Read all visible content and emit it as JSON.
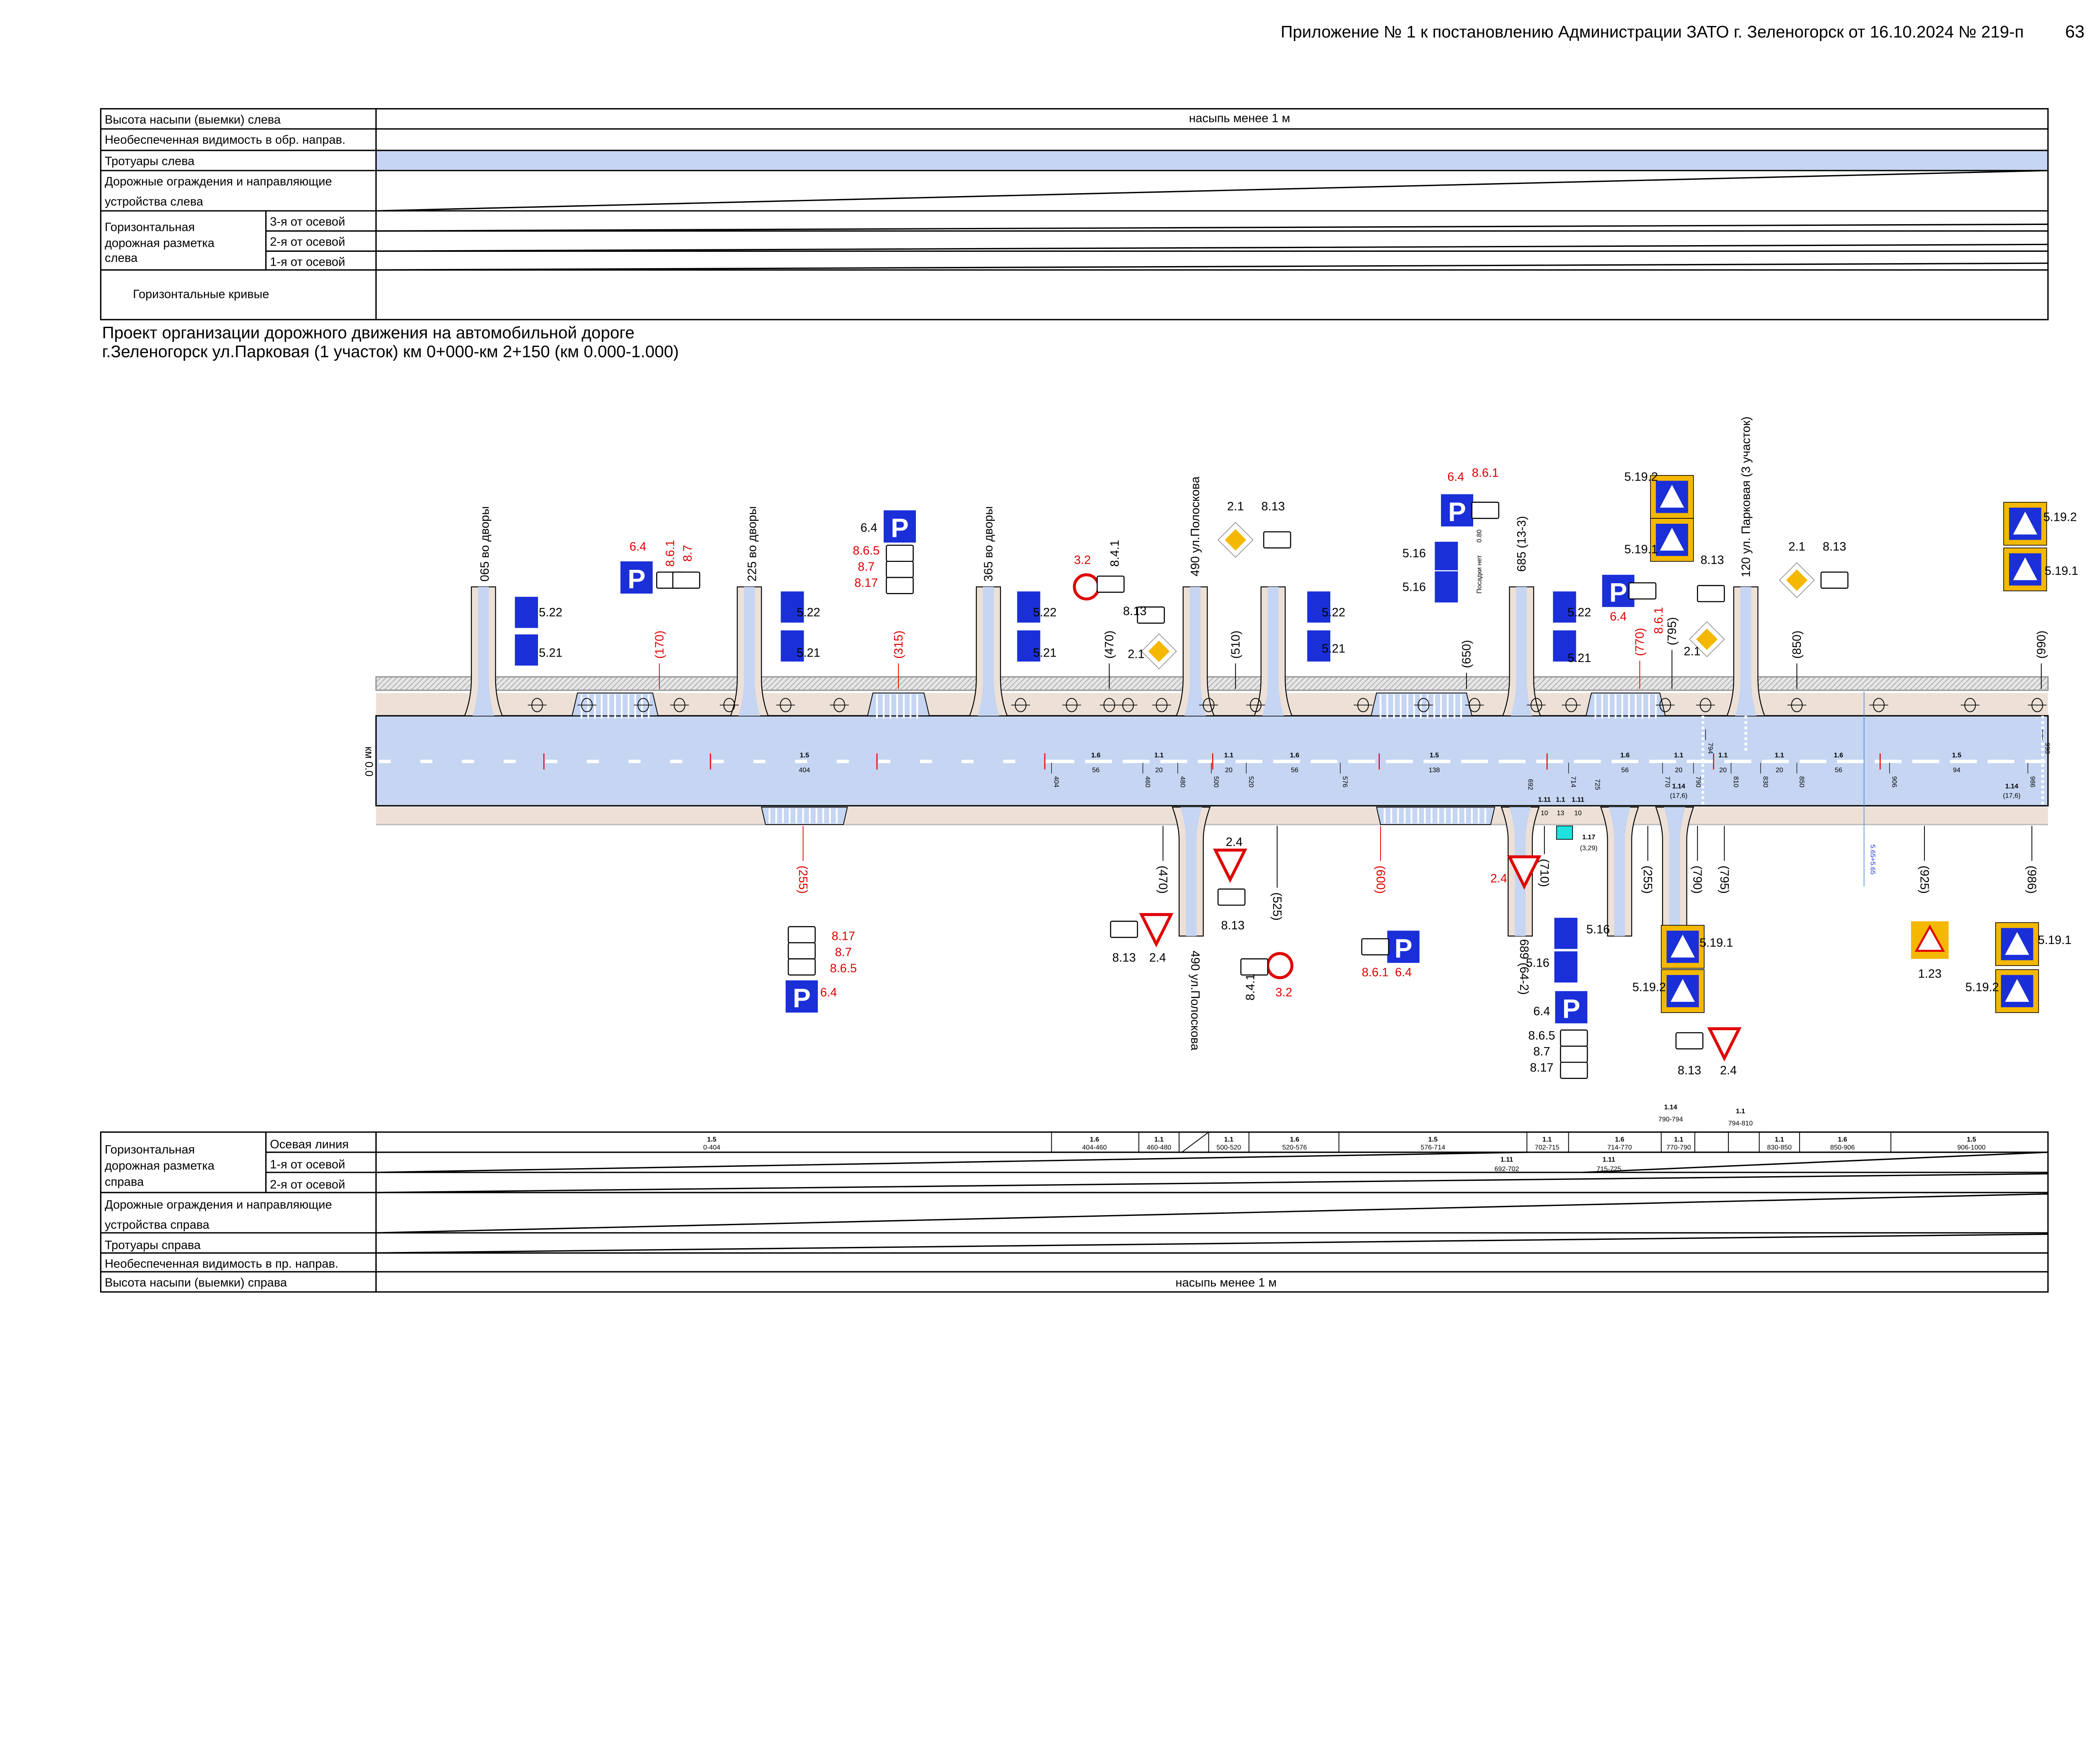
{
  "header": {
    "text": "Приложение № 1 к постановлению Администрации ЗАТО г. Зеленогорск от 16.10.2024 № 219-п",
    "page": "63"
  },
  "top_table": {
    "rows": [
      "Высота насыпи (выемки) слева",
      "Необеспеченная видимость в обр. направ.",
      "Тротуары слева",
      "Дорожные ограждения и направляющие",
      "устройства слева",
      "Горизонтальные кривые"
    ],
    "marking_label": [
      "Горизонтальная",
      "дорожная разметка",
      "слева"
    ],
    "marking_sub": [
      "3-я от осевой",
      "2-я от осевой",
      "1-я от осевой"
    ],
    "embankment_value": "насыпь менее 1 м"
  },
  "title": [
    "Проект организации дорожного движения на автомобильной дороге",
    "г.Зеленогорск  ул.Парковая (1 участок) км 0+000-км 2+150 (км 0.000-1.000)"
  ],
  "road": {
    "km_label": "км 0.0",
    "marking_segments": [
      {
        "code": "1.5",
        "len": "404"
      },
      {
        "code": "1.6",
        "len": "56"
      },
      {
        "code": "1.1",
        "len": "20"
      },
      {
        "code": "1.1",
        "len": "20"
      },
      {
        "code": "1.6",
        "len": "56"
      },
      {
        "code": "1.5",
        "len": "138"
      },
      {
        "code": "1.6",
        "len": "56"
      },
      {
        "code": "1.1",
        "len": "20"
      },
      {
        "code": "1.1",
        "len": "20"
      },
      {
        "code": "1.1",
        "len": "20"
      },
      {
        "code": "1.6",
        "len": "56"
      },
      {
        "code": "1.5",
        "len": "94"
      }
    ],
    "stations": [
      "404",
      "460",
      "480",
      "500",
      "520",
      "576",
      "714",
      "770",
      "790",
      "794",
      "810",
      "830",
      "850",
      "906",
      "986",
      "990"
    ],
    "side_roads_top": [
      "065 во дворы",
      "225 во дворы",
      "365 во дворы",
      "490 ул.Полоскова",
      "685 (13-3)",
      "120 ул. Парковая (3 участок)"
    ],
    "side_roads_bottom": [
      "490 ул.Полоскова",
      "689 (64-2)"
    ],
    "offsets_top": [
      "(170)",
      "(315)",
      "(470)",
      "(510)",
      "(650)",
      "(770)",
      "(795)",
      "(850)",
      "(990)"
    ],
    "offsets_bottom": [
      "(255)",
      "(470)",
      "(525)",
      "(600)",
      "(710)",
      "(255)",
      "(790)",
      "(795)",
      "(925)",
      "(986)"
    ],
    "bus_stop_marking": {
      "codes": [
        "1.11",
        "1.1",
        "1.11"
      ],
      "lengths": [
        "10",
        "13",
        "10"
      ],
      "start": "692",
      "end": "725"
    },
    "marking_114": [
      {
        "code": "1.14",
        "len": "(17,6)"
      },
      {
        "code": "1.14",
        "len": "(17,6)"
      }
    ],
    "marking_117": {
      "code": "1.17",
      "len": "(3,29)"
    },
    "visibility_note": "5.65+5.65",
    "signs": [
      "5.22",
      "5.21",
      "6.4",
      "8.6.1",
      "8.7",
      "5.22",
      "5.21",
      "6.4",
      "8.6.5",
      "8.7",
      "8.17",
      "5.22",
      "5.21",
      "3.2",
      "8.4.1",
      "8.13",
      "2.1",
      "2.1",
      "8.13",
      "5.22",
      "5.21",
      "5.16",
      "5.16",
      "6.4",
      "8.6.1",
      "5.22",
      "5.21",
      "6.4",
      "8.6.1",
      "5.19.2",
      "5.19.1",
      "8.13",
      "2.1",
      "2.1",
      "8.13",
      "5.19.2",
      "5.19.1",
      "8.17",
      "8.7",
      "8.6.5",
      "6.4",
      "2.4",
      "8.13",
      "2.4",
      "8.13",
      "3.2",
      "8.4.1",
      "6.4",
      "8.6.1",
      "2.4",
      "5.16",
      "5.16",
      "6.4",
      "8.6.5",
      "8.7",
      "8.17",
      "5.19.1",
      "5.19.2",
      "8.13",
      "2.4",
      "1.23",
      "5.19.1",
      "5.19.2"
    ],
    "plate_text": [
      "0.80",
      "Посадки нет"
    ]
  },
  "bottom_table": {
    "marking_label": [
      "Горизонтальная",
      "дорожная разметка",
      "справа"
    ],
    "marking_sub": [
      "Осевая линия",
      "1-я от осевой",
      "2-я от осевой"
    ],
    "rows": [
      "Дорожные ограждения и направляющие",
      "устройства справа",
      "Тротуары справа",
      "Необеспеченная видимость в пр. направ.",
      "Высота насыпи (выемки) справа"
    ],
    "centerline": [
      {
        "code": "1.5",
        "range": "0-404"
      },
      {
        "code": "1.6",
        "range": "404-460"
      },
      {
        "code": "1.1",
        "range": "460-480"
      },
      {
        "code": "1.1",
        "range": "500-520"
      },
      {
        "code": "1.6",
        "range": "520-576"
      },
      {
        "code": "1.5",
        "range": "576-714"
      },
      {
        "code": "1.1",
        "range": "702-715"
      },
      {
        "code": "1.6",
        "range": "714-770"
      },
      {
        "code": "1.1",
        "range": "770-790"
      },
      {
        "code": "1.1",
        "range": "830-850"
      },
      {
        "code": "1.6",
        "range": "850-906"
      },
      {
        "code": "1.5",
        "range": "906-1000"
      }
    ],
    "above": [
      {
        "code": "1.14",
        "range": "790-794"
      },
      {
        "code": "1.1",
        "range": "794-810"
      }
    ],
    "first_line": [
      {
        "code": "1.11",
        "range": "692-702"
      },
      {
        "code": "1.11",
        "range": "715-725"
      }
    ],
    "embankment_value": "насыпь менее 1 м"
  },
  "colors": {
    "road": "#c5d5f2",
    "verge": "#ede0d6",
    "sign_blue": "#1a2fd8",
    "sign_red": "#e00000",
    "sign_yellow": "#f5b800"
  }
}
